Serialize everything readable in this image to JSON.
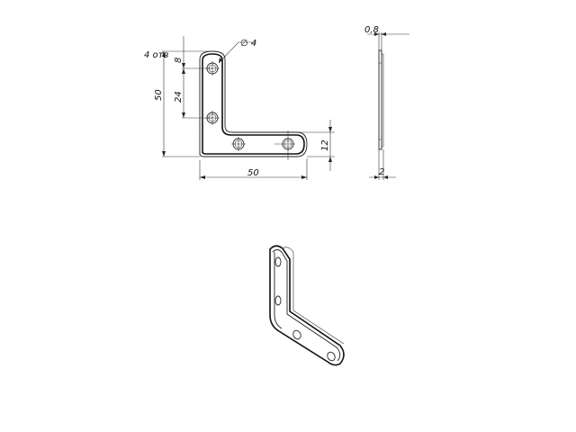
{
  "drawing": {
    "holes_note": "4 отв",
    "hole_diameter": "∅ 4",
    "dim_edge_to_hole": "8",
    "dim_hole_spacing": "24",
    "dim_height": "50",
    "dim_width": "50",
    "dim_arm_width": "12",
    "dim_thickness": "0,8",
    "dim_side_width": "2"
  }
}
